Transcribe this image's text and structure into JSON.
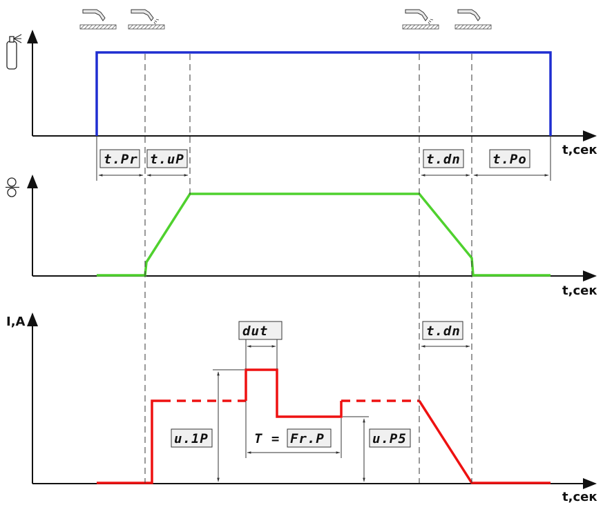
{
  "axes": {
    "gas": {
      "xlabel": "t,сек"
    },
    "wire": {
      "xlabel": "t,сек"
    },
    "current": {
      "xlabel": "t,сек",
      "ylabel": "I,A"
    }
  },
  "labels": {
    "t_pr": "t.Pr",
    "t_up": "t.uP",
    "t_dn_top": "t.dn",
    "t_po": "t.Po",
    "t_dn_bottom": "t.dn",
    "dut": "dut",
    "u_1p": "u.1P",
    "t_equals": "T =",
    "fr_p": "Fr.P",
    "u_ps": "u.P5"
  },
  "colors": {
    "gas": "#1f2ed1",
    "wire": "#4fd12e",
    "current": "#ee1111"
  },
  "icons": [
    "torch-icon",
    "torch-icon",
    "torch-icon",
    "torch-icon",
    "gas-cylinder-icon",
    "wire-feed-icon"
  ]
}
